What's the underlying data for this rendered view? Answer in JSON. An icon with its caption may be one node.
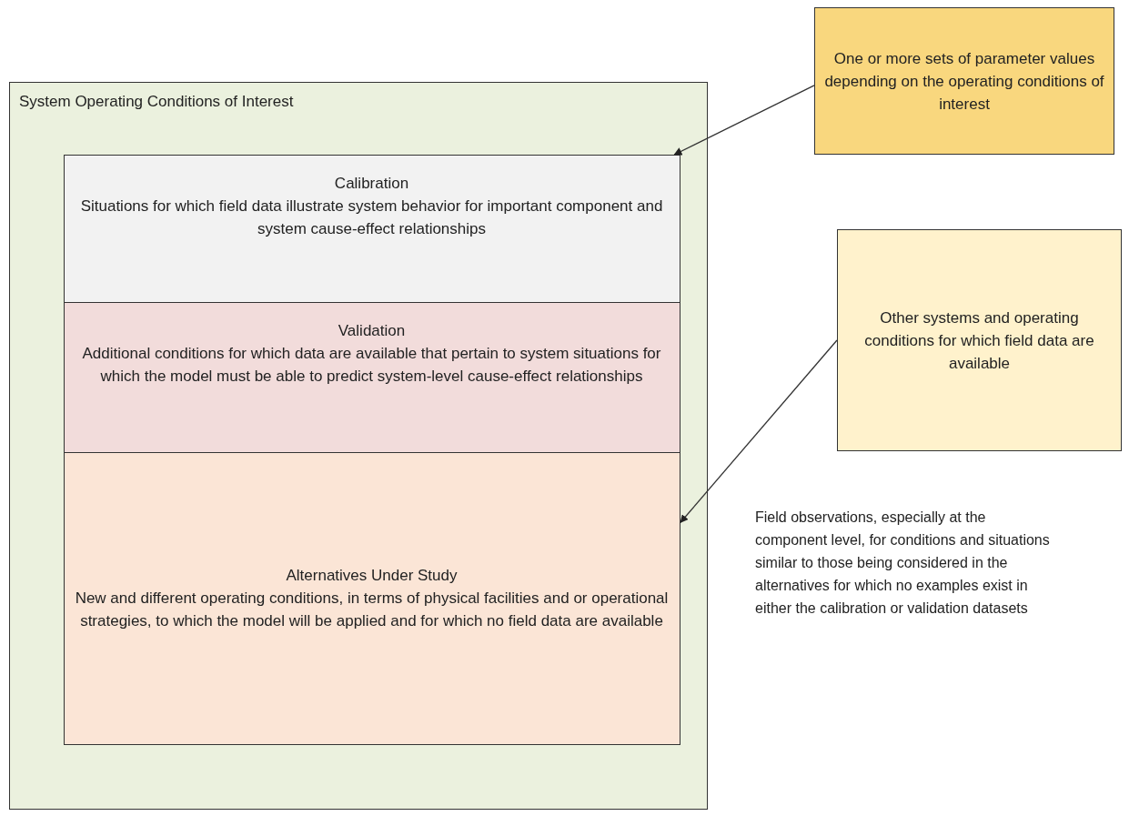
{
  "diagram": {
    "nodes": [
      {
        "text": [
          "System Operating Conditions of Interest"
        ]
      },
      {
        "text": [
          "Calibration",
          "Situations for which field data illustrate system behavior for important component and system cause-effect relationships"
        ],
        "in": 0
      },
      {
        "text": [
          "Validation",
          "Additional conditions for which data are available that pertain to system situations for which the model must be able to predict system-level cause-effect relationships"
        ],
        "in": 0
      },
      {
        "text": [
          "Alternatives Under Study",
          "New and different operating conditions, in terms of physical facilities and or operational strategies, to which the model will be applied and for which no field data are available"
        ],
        "in": 0
      },
      {
        "text": [
          "One or more sets of parameter values depending on the operating conditions of interest"
        ]
      },
      {
        "text": [
          "Other systems and operating conditions for which field data are available"
        ]
      }
    ],
    "edges": [
      {
        "from": 4,
        "to": 1,
        "arrow": "to"
      },
      {
        "from": 5,
        "to": 3,
        "arrow": "to"
      }
    ],
    "labels": [
      "Field observations, especially at the component level, for conditions and situations similar to those being considered in the alternatives for which no examples exist in either the calibration or validation datasets"
    ]
  }
}
